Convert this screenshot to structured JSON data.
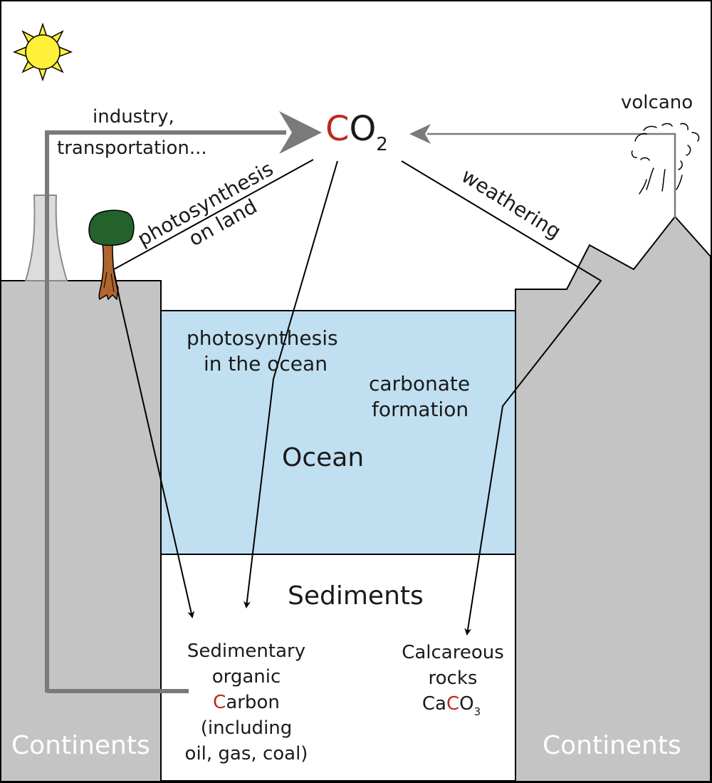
{
  "colors": {
    "ocean": "#c0e0f1",
    "continent": "#c4c4c4",
    "chimney": "#dcdcdc",
    "tree_canopy": "#24622c",
    "tree_trunk": "#b0662e",
    "sun": "#fff03a",
    "arrow_gray": "#7a7a7a",
    "carbon_red": "#c0281e"
  },
  "labels": {
    "co2": {
      "c": "C",
      "o": "O",
      "sub": "2"
    },
    "industry": [
      "industry,",
      "transportation..."
    ],
    "volcano": "volcano",
    "photosynthesis_land": [
      "photosynthesis",
      "on land"
    ],
    "weathering": "weathering",
    "photosynthesis_ocean": [
      "photosynthesis",
      "in the ocean"
    ],
    "carbonate": [
      "carbonate",
      "formation"
    ],
    "ocean": "Ocean",
    "sediments": "Sediments",
    "sed_carbon": {
      "line1": "Sedimentary",
      "line2": "organic",
      "carbon_c": "C",
      "carbon_rest": "arbon",
      "line4": "(including",
      "line5": "oil, gas, coal)"
    },
    "calcareous": {
      "line1": "Calcareous",
      "line2": "rocks",
      "ca": "Ca",
      "c": "C",
      "o": "O",
      "sub": "3"
    },
    "continents_left": "Continents",
    "continents_right": "Continents"
  },
  "icons": [
    "sun-icon",
    "tree-icon",
    "chimney-icon",
    "volcano-plume-icon"
  ]
}
